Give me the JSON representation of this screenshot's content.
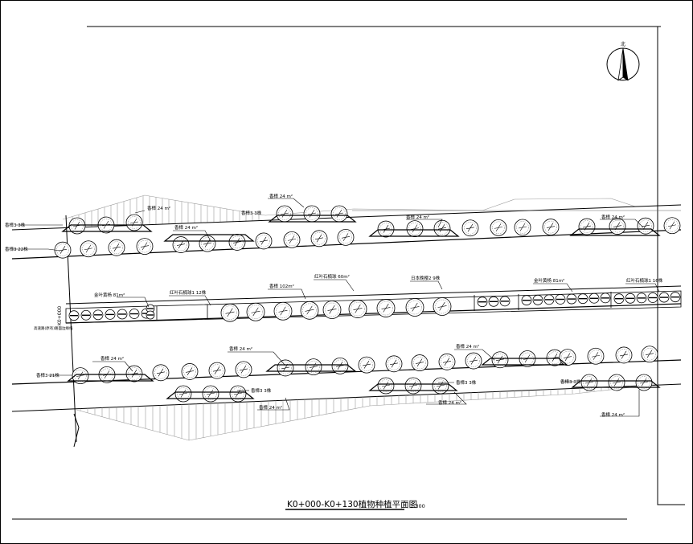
{
  "drawing": {
    "title": "K0+000-K0+130植物种植平面图",
    "scale": "1:300",
    "north_label": "北",
    "station_label": "K0+000",
    "left_note": "高速路(原有)路面边缘线"
  },
  "annotations": {
    "top_left_count": "香樟3 3株",
    "top_area_1": "香樟 24 m²",
    "top_area_2": "香樟 24 m²",
    "top_mid_count": "香樟3 3株",
    "upper_area_1": "香樟 24 m²",
    "upper_area_2": "香樟 24 m²",
    "upper_area_3": "香樟 24 m²",
    "second_row_count": "香樟3 22株",
    "median_1": "金叶黄杨 81m²",
    "median_2": "红叶石楠球1 12株",
    "median_3": "香樟 102m²",
    "median_4": "红叶石楠球 60m²",
    "median_5": "日本晚樱2 9株",
    "median_6": "金叶黄杨 81m²",
    "median_7": "红叶石楠球1 16株",
    "lower_area_1": "香樟 24 m²",
    "lower_area_2": "香樟 24 m²",
    "lower_area_3": "香樟 24 m²",
    "lower_row_count": "香樟3 21株",
    "bottom_count_1": "香樟3 3株",
    "bottom_area_1": "香樟 24 m²",
    "bottom_count_2": "香樟3 3株",
    "bottom_area_2": "香樟 24 m²",
    "bottom_count_3": "香樟3 3株",
    "bottom_area_3": "香樟 24 m²"
  },
  "colors": {
    "line": "#000000",
    "hatch": "#7a7a7a",
    "ground": "#9a9a9a"
  }
}
